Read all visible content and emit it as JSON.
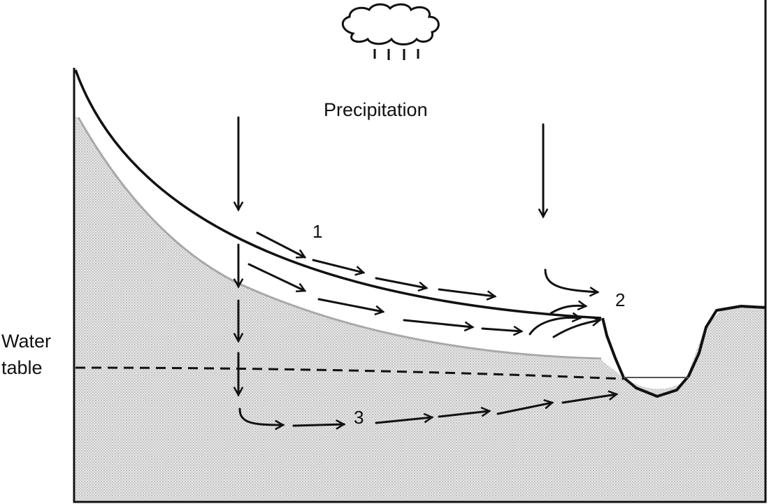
{
  "labels": {
    "precipitation": "Precipitation",
    "water_table_line1": "Water",
    "water_table_line2": "table",
    "flow_1": "1",
    "flow_2": "2",
    "flow_3": "3"
  },
  "icons": {
    "cloud": "rain-cloud-icon"
  },
  "colors": {
    "ink": "#111111",
    "saturated_fill": "#d9d9d9",
    "unsaturated_band": "#ffffff"
  }
}
